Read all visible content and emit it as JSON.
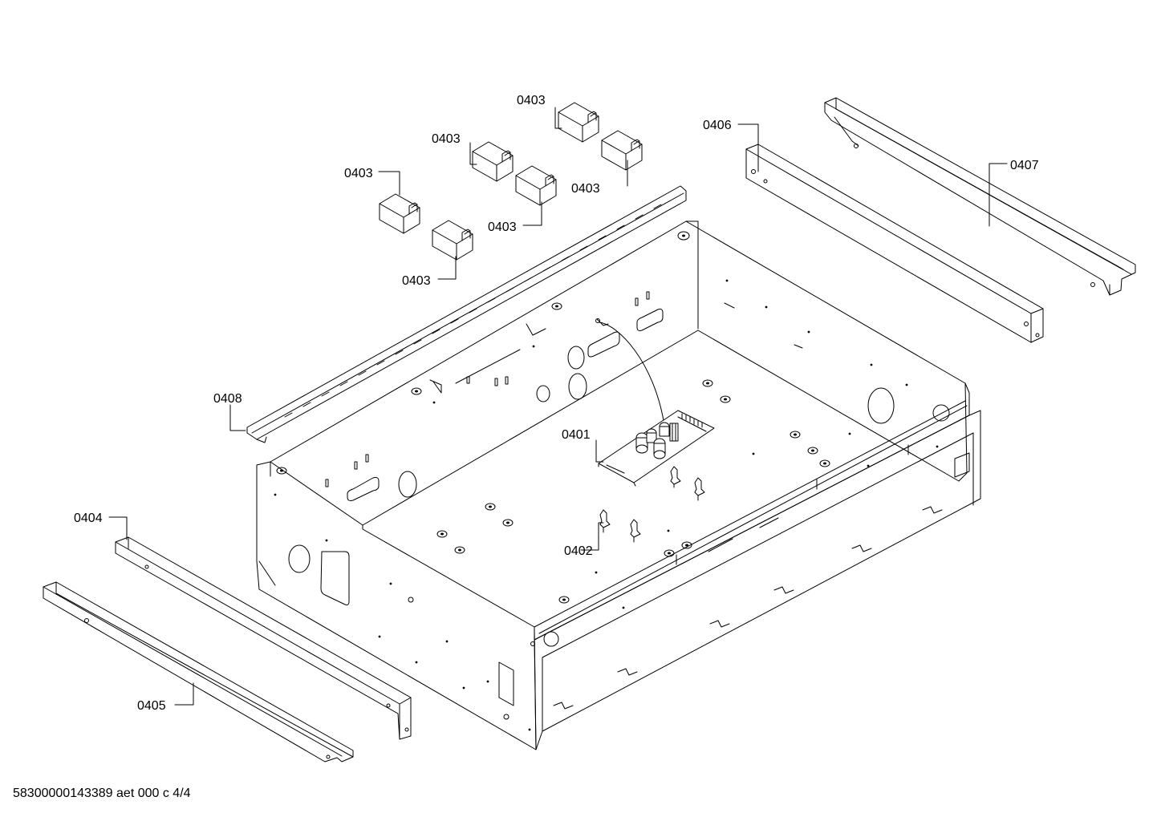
{
  "diagram": {
    "labels": {
      "p0401": "0401",
      "p0402": "0402",
      "p0403_a": "0403",
      "p0403_b": "0403",
      "p0403_c": "0403",
      "p0403_d": "0403",
      "p0403_e": "0403",
      "p0403_f": "0403",
      "p0404": "0404",
      "p0405": "0405",
      "p0406": "0406",
      "p0407": "0407",
      "p0408": "0408"
    }
  },
  "footer": {
    "drawing_id": "58300000143389 aet 000 c 4/4"
  }
}
